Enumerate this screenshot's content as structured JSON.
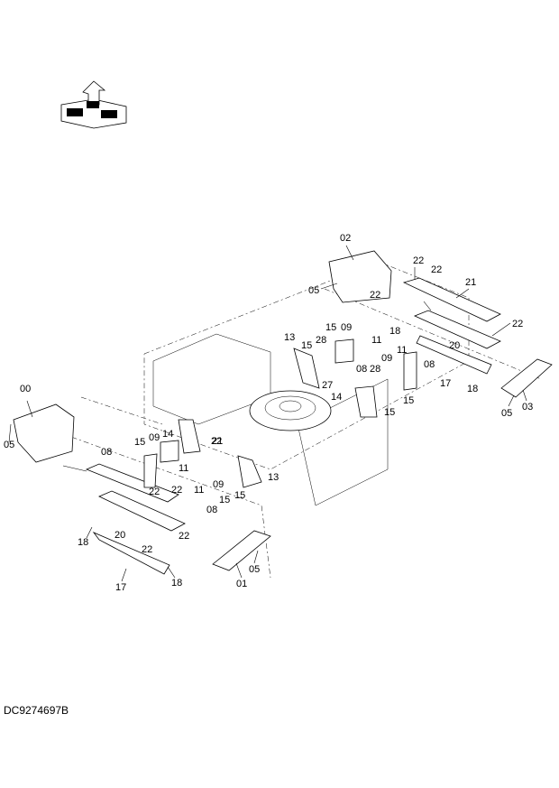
{
  "drawing_code": "DC9274697B",
  "orientation_icon": "front-left-right-indicator-icon",
  "labels": [
    {
      "text": "02"
    },
    {
      "text": "05"
    },
    {
      "text": "22"
    },
    {
      "text": "22"
    },
    {
      "text": "21"
    },
    {
      "text": "22"
    },
    {
      "text": "22"
    },
    {
      "text": "15"
    },
    {
      "text": "09"
    },
    {
      "text": "13"
    },
    {
      "text": "15"
    },
    {
      "text": "28"
    },
    {
      "text": "11"
    },
    {
      "text": "18"
    },
    {
      "text": "20"
    },
    {
      "text": "08"
    },
    {
      "text": "11"
    },
    {
      "text": "09"
    },
    {
      "text": "28"
    },
    {
      "text": "08"
    },
    {
      "text": "27"
    },
    {
      "text": "17"
    },
    {
      "text": "18"
    },
    {
      "text": "14"
    },
    {
      "text": "15"
    },
    {
      "text": "15"
    },
    {
      "text": "03"
    },
    {
      "text": "05"
    },
    {
      "text": "00"
    },
    {
      "text": "05"
    },
    {
      "text": "15"
    },
    {
      "text": "09"
    },
    {
      "text": "14"
    },
    {
      "text": "22"
    },
    {
      "text": "08"
    },
    {
      "text": "21"
    },
    {
      "text": "13"
    },
    {
      "text": "11"
    },
    {
      "text": "22"
    },
    {
      "text": "11"
    },
    {
      "text": "09"
    },
    {
      "text": "22"
    },
    {
      "text": "15"
    },
    {
      "text": "15"
    },
    {
      "text": "08"
    },
    {
      "text": "20"
    },
    {
      "text": "22"
    },
    {
      "text": "22"
    },
    {
      "text": "18"
    },
    {
      "text": "05"
    },
    {
      "text": "01"
    },
    {
      "text": "18"
    },
    {
      "text": "17"
    }
  ]
}
